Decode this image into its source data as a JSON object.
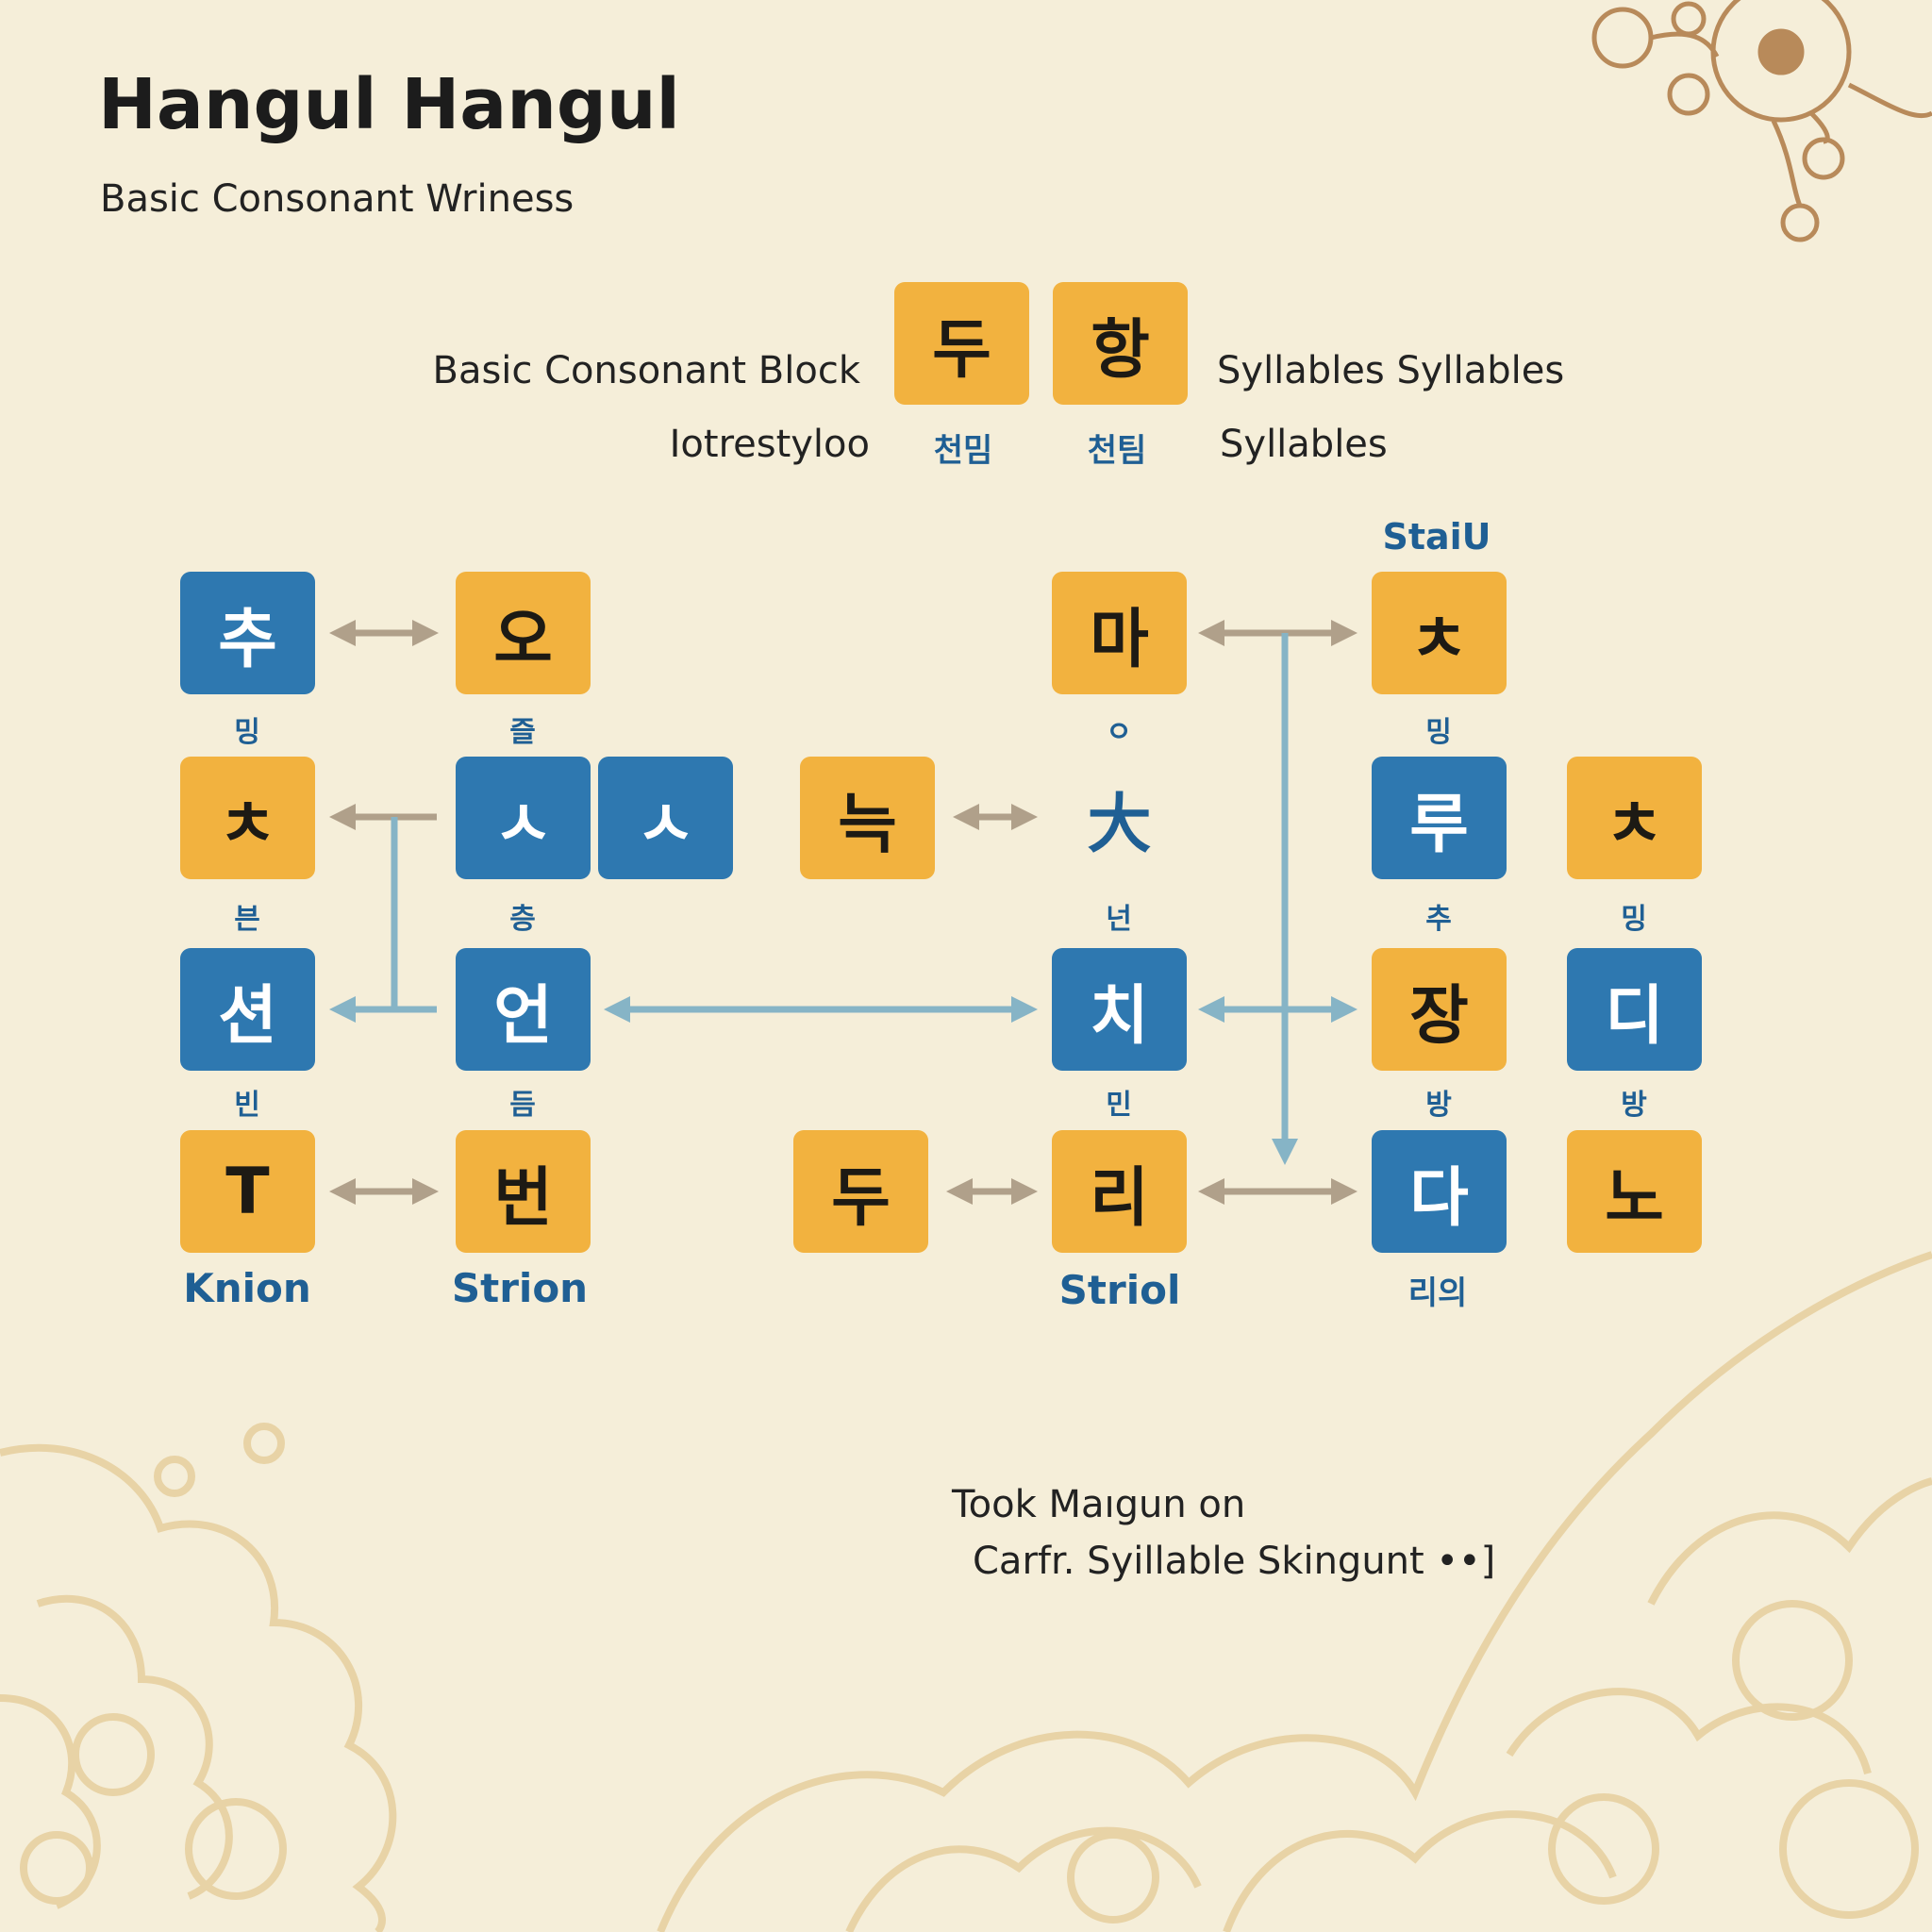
{
  "header": {
    "title": "Hangul Hangul",
    "subtitle": "Basic Consonant Wriness"
  },
  "top": {
    "left_label": "Basic Consonant Block",
    "left_sublabel": "Iotrestyloo",
    "right_label": "Syllables Syllables",
    "right_sublabel": "Syllables",
    "tiles": [
      {
        "char": "두",
        "sub": "천밈"
      },
      {
        "char": "항",
        "sub": "천팀"
      }
    ]
  },
  "top_label": "StaiU",
  "tiles": [
    {
      "char": "추",
      "sub": "밍"
    },
    {
      "char": "오",
      "sub": "즐"
    },
    {
      "char": "마",
      "sub": "ㅇ"
    },
    {
      "char": "ㅊ",
      "sub": "밍"
    },
    {
      "char": "ㅊ",
      "sub": "븐"
    },
    {
      "char": "ㅅ",
      "sub": "층"
    },
    {
      "char": "ㅅ"
    },
    {
      "char": "늑"
    },
    {
      "char": "大",
      "sub": "넌"
    },
    {
      "char": "루",
      "sub": "추"
    },
    {
      "char": "ㅊ",
      "sub": "밍"
    },
    {
      "char": "션",
      "sub": "빈"
    },
    {
      "char": "언",
      "sub": "듬"
    },
    {
      "char": "치",
      "sub": "민"
    },
    {
      "char": "장",
      "sub": "방"
    },
    {
      "char": "디",
      "sub": "방"
    },
    {
      "char": "T",
      "label": "Knion"
    },
    {
      "char": "번",
      "label": "Strion"
    },
    {
      "char": "두"
    },
    {
      "char": "리",
      "label": "Striol"
    },
    {
      "char": "다",
      "label": "리의"
    },
    {
      "char": "노"
    }
  ],
  "footer": {
    "line1": "Took Maıgun on",
    "line2": "Carfr. Syillable Skingunt ••]"
  },
  "colors": {
    "background": "#f5eed9",
    "orange": "#f2b23f",
    "blue": "#2e78b0",
    "label": "#1f5f94",
    "arrow_tan": "#b0a08a",
    "arrow_blue": "#86b4c6"
  }
}
